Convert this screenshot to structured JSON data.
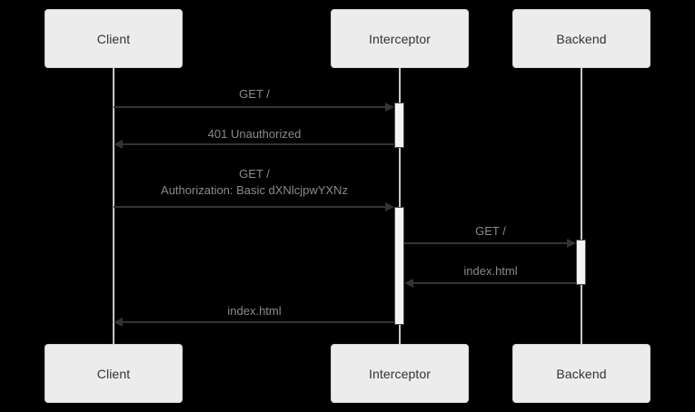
{
  "diagram": {
    "type": "sequence-diagram",
    "background_color": "#000000",
    "box_fill_color": "#ececec",
    "box_text_color": "#333333",
    "line_color": "#333333",
    "label_color": "#8a8a8a",
    "lifeline_color": "#c8c8c8",
    "activation_fill_color": "#f4f4f4",
    "participants": [
      {
        "id": "client",
        "label": "Client"
      },
      {
        "id": "interceptor",
        "label": "Interceptor"
      },
      {
        "id": "backend",
        "label": "Backend"
      }
    ],
    "messages": [
      {
        "index": 1,
        "from": "client",
        "to": "interceptor",
        "direction": "right",
        "kind": "request",
        "label": "GET /"
      },
      {
        "index": 2,
        "from": "interceptor",
        "to": "client",
        "direction": "left",
        "kind": "response",
        "label": "401 Unauthorized"
      },
      {
        "index": 3,
        "from": "client",
        "to": "interceptor",
        "direction": "right",
        "kind": "request",
        "label_line1": "GET /",
        "label_line2": "Authorization: Basic dXNlcjpwYXNz"
      },
      {
        "index": 4,
        "from": "interceptor",
        "to": "backend",
        "direction": "right",
        "kind": "request",
        "label": "GET /"
      },
      {
        "index": 5,
        "from": "backend",
        "to": "interceptor",
        "direction": "left",
        "kind": "response",
        "label": "index.html"
      },
      {
        "index": 6,
        "from": "interceptor",
        "to": "client",
        "direction": "left",
        "kind": "response",
        "label": "index.html"
      }
    ]
  }
}
